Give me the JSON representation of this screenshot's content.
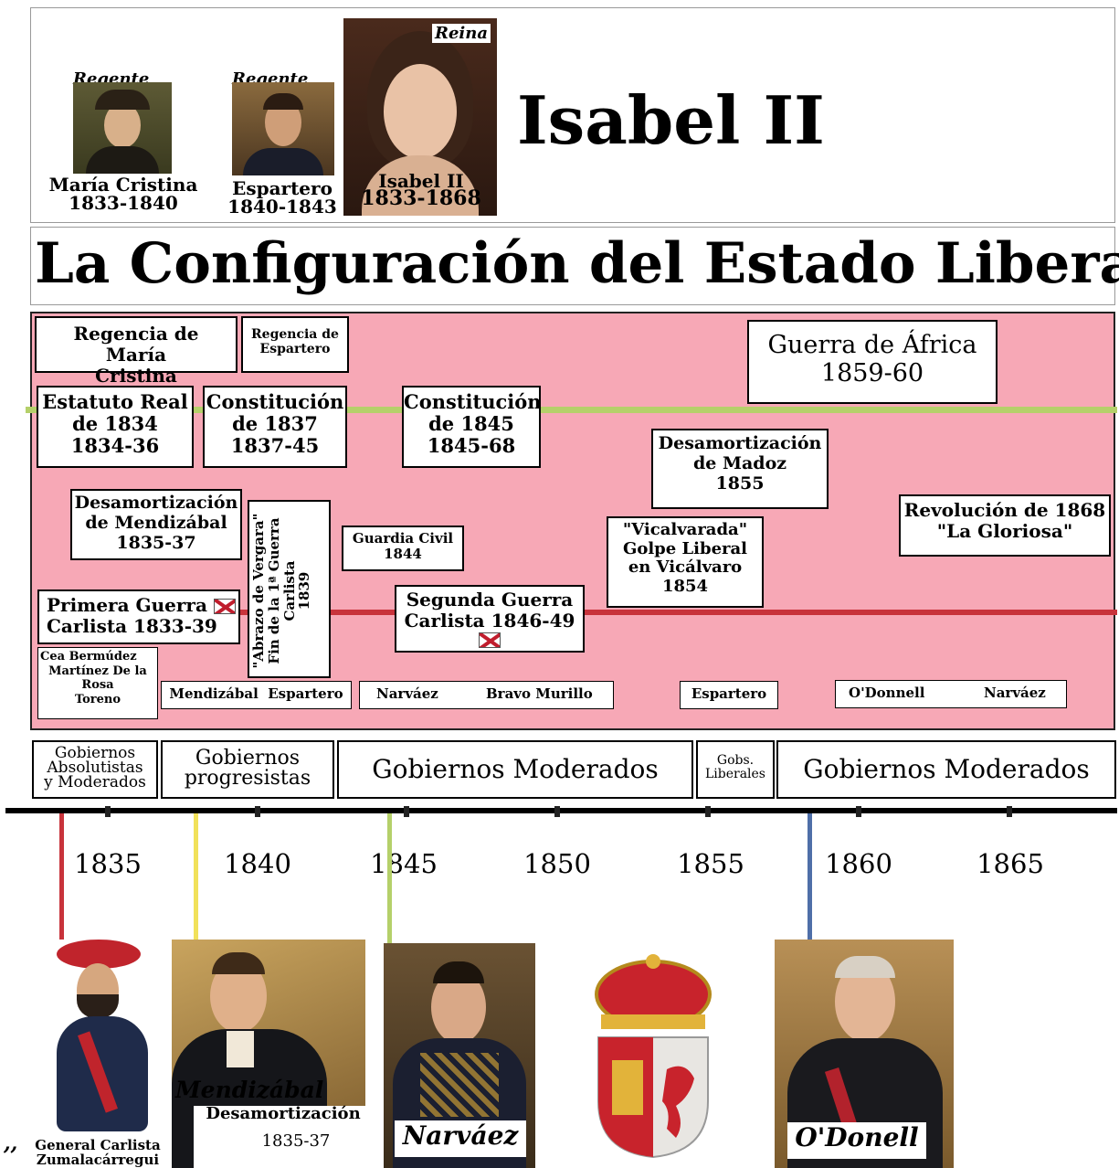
{
  "header": {
    "title": "Isabel II",
    "portraits": [
      {
        "role": "Regente",
        "name": "María Cristina",
        "years": "1833-1840"
      },
      {
        "role": "Regente",
        "name": "Espartero",
        "years": "1840-1843"
      },
      {
        "role": "Reina",
        "name": "Isabel II",
        "years": "1833-1868"
      }
    ]
  },
  "subtitle": "La Configuración del Estado Liberal",
  "events": {
    "regencia_mc": "Regencia de María Cristina",
    "regencia_esp": "Regencia de Espartero",
    "guerra_africa_1": "Guerra de África",
    "guerra_africa_2": "1859-60",
    "estatuto_1": "Estatuto Real",
    "estatuto_2": "de 1834",
    "estatuto_3": "1834-36",
    "const1837_1": "Constitución",
    "const1837_2": "de 1837",
    "const1837_3": "1837-45",
    "const1845_1": "Constitución",
    "const1845_2": "de 1845",
    "const1845_3": "1845-68",
    "madoz_1": "Desamortización",
    "madoz_2": "de Madoz",
    "madoz_3": "1855",
    "mendizabal_1": "Desamortización",
    "mendizabal_2": "de Mendizábal",
    "mendizabal_3": "1835-37",
    "vergara_1": "\"Abrazo de Vergara\"",
    "vergara_2": "Fin de la 1ª Guerra",
    "vergara_3": "Carlista",
    "vergara_4": "1839",
    "guardia_1": "Guardia Civil",
    "guardia_2": "1844",
    "vicalvarada_1": "\"Vicalvarada\"",
    "vicalvarada_2": "Golpe Liberal",
    "vicalvarada_3": "en Vicálvaro",
    "vicalvarada_4": "1854",
    "revolucion_1": "Revolución de 1868",
    "revolucion_2": "\"La Gloriosa\"",
    "primera_guerra_1": "Primera Guerra",
    "primera_guerra_2": "Carlista 1833-39",
    "segunda_guerra_1": "Segunda Guerra",
    "segunda_guerra_2": "Carlista 1846-49",
    "cea_1": "Cea Bermúdez",
    "cea_2": "Martínez De la",
    "cea_3": "Rosa",
    "cea_4": "Toreno",
    "mendizabal_pm": "Mendizábal",
    "espartero_pm": "Espartero",
    "narvaez_pm": "Narváez",
    "bravo_pm": "Bravo Murillo",
    "espartero_pm2": "Espartero",
    "odonnell_pm": "O'Donnell",
    "narvaez_pm2": "Narváez"
  },
  "governments": [
    {
      "lines": [
        "Gobiernos",
        "Absolutistas",
        "y Moderados"
      ]
    },
    {
      "lines": [
        "Gobiernos",
        "progresistas"
      ]
    },
    {
      "lines": [
        "Gobiernos Moderados"
      ]
    },
    {
      "lines": [
        "Gobs.",
        "Liberales"
      ]
    },
    {
      "lines": [
        "Gobiernos Moderados"
      ]
    }
  ],
  "timeline_years": [
    "1835",
    "1840",
    "1845",
    "1850",
    "1855",
    "1860",
    "1865"
  ],
  "bottom": {
    "zumala_1": "General Carlista",
    "zumala_2": "Zumalacárregui",
    "quote": ",,",
    "mendizabal": "Mendizábal",
    "mendizabal_desam": "Desamortización",
    "mendizabal_years": "1835-37",
    "narvaez": "Narváez",
    "odonell": "O'Donell"
  },
  "colors": {
    "panel": "#f7a8b6",
    "green_line": "#b5d06a",
    "red_line": "#c8333b",
    "yellow_line": "#f1e15a",
    "blue_line": "#4f6fa8"
  }
}
